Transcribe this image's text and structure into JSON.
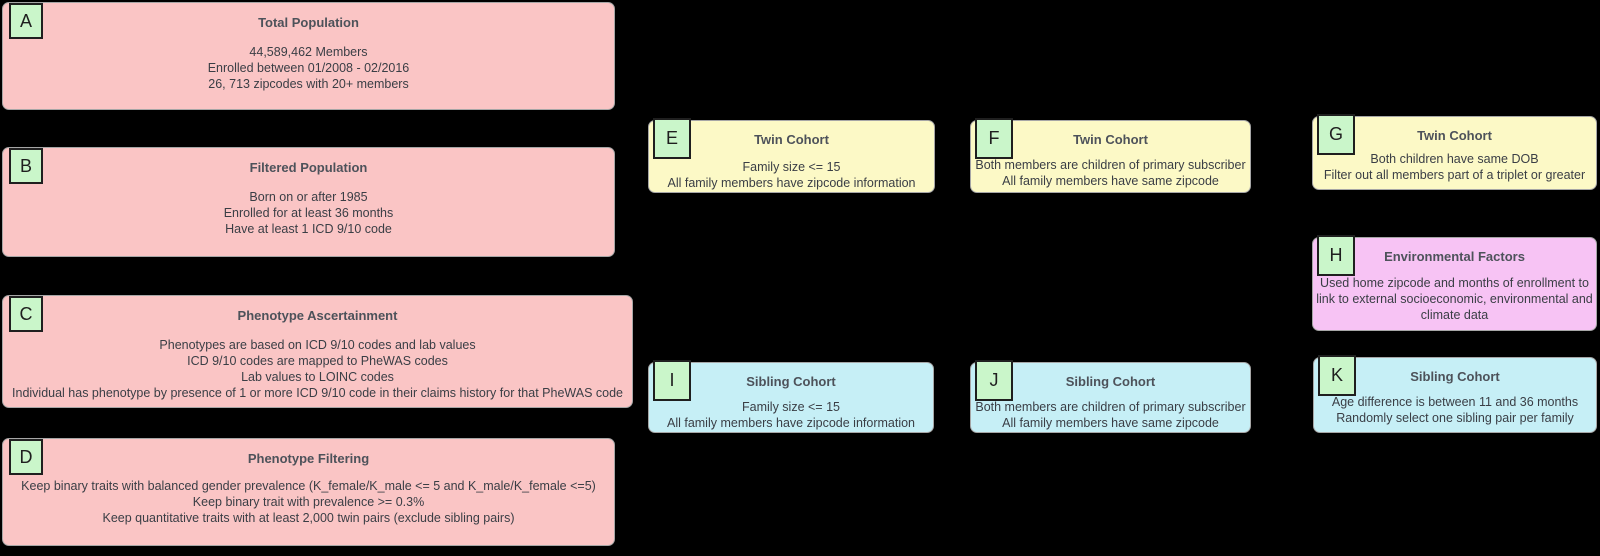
{
  "diagram": {
    "background_color": "#000000",
    "palette": {
      "process_pink": "#fac5c5",
      "twin_yellow": "#fcf9c6",
      "sibling_cyan": "#c6eff6",
      "environment_magenta": "#f7c3f4",
      "label_green": "#caf6ca",
      "title_text": "#4d525a",
      "body_text": "#3a3e45"
    },
    "boxes": [
      {
        "label": "A",
        "title": "Total Population",
        "lines": [
          "44,589,462 Members",
          "Enrolled between 01/2008 - 02/2016",
          "26, 713 zipcodes with 20+ members"
        ]
      },
      {
        "label": "B",
        "title": "Filtered Population",
        "lines": [
          "Born on or after 1985",
          "Enrolled for at least 36 months",
          "Have at least 1 ICD 9/10 code"
        ]
      },
      {
        "label": "C",
        "title": "Phenotype Ascertainment",
        "lines": [
          "Phenotypes are based on ICD 9/10 codes and lab values",
          "ICD 9/10 codes are mapped to PheWAS codes",
          "Lab values to LOINC codes",
          "Individual has phenotype by presence of 1 or more ICD 9/10 code in their claims history for that PheWAS code"
        ]
      },
      {
        "label": "D",
        "title": "Phenotype Filtering",
        "lines": [
          "Keep binary traits with balanced gender prevalence (K_female/K_male <= 5 and K_male/K_female <=5)",
          "Keep binary trait with prevalence >= 0.3%",
          "Keep quantitative traits with at least 2,000 twin pairs (exclude sibling pairs)"
        ]
      },
      {
        "label": "E",
        "title": "Twin Cohort",
        "lines": [
          "Family size <= 15",
          "All family members have zipcode information"
        ]
      },
      {
        "label": "F",
        "title": "Twin Cohort",
        "lines": [
          "Both members are children of primary subscriber",
          "All family members have same zipcode"
        ]
      },
      {
        "label": "G",
        "title": "Twin Cohort",
        "lines": [
          "Both children have same DOB",
          "Filter out all members part of a triplet or greater"
        ]
      },
      {
        "label": "H",
        "title": "Environmental Factors",
        "lines": [
          "Used home zipcode and months of enrollment to",
          "link to external socioeconomic, environmental and",
          "climate data"
        ]
      },
      {
        "label": "I",
        "title": "Sibling Cohort",
        "lines": [
          "Family size <= 15",
          "All family members have zipcode information"
        ]
      },
      {
        "label": "J",
        "title": "Sibling Cohort",
        "lines": [
          "Both members are children of primary subscriber",
          "All family members have same zipcode"
        ]
      },
      {
        "label": "K",
        "title": "Sibling Cohort",
        "lines": [
          "Age difference is between 11 and 36 months",
          "Randomly select one sibling pair per family"
        ]
      }
    ]
  }
}
